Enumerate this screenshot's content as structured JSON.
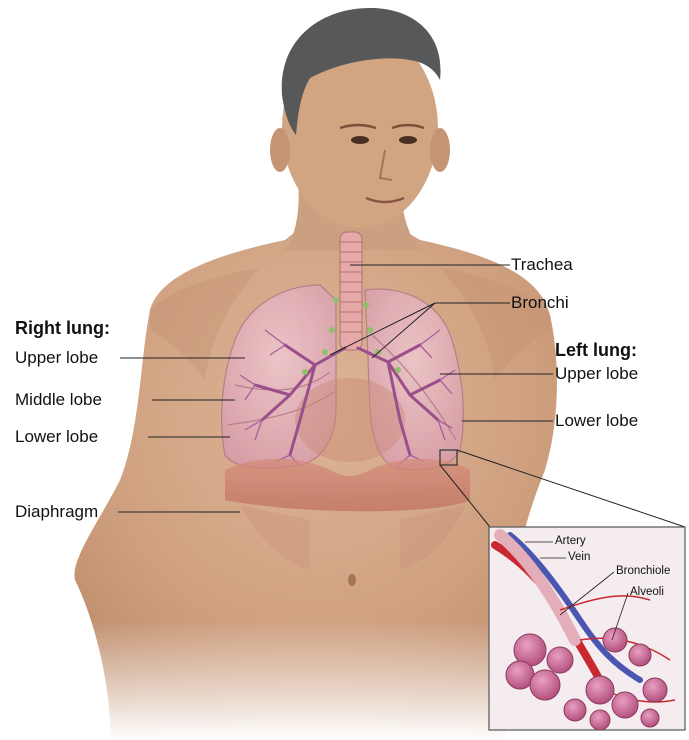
{
  "labels": {
    "trachea": "Trachea",
    "bronchi": "Bronchi",
    "right_lung_header": "Right lung:",
    "right_upper_lobe": "Upper lobe",
    "right_middle_lobe": "Middle lobe",
    "right_lower_lobe": "Lower lobe",
    "left_lung_header": "Left lung:",
    "left_upper_lobe": "Upper lobe",
    "left_lower_lobe": "Lower lobe",
    "diaphragm": "Diaphragm"
  },
  "inset_labels": {
    "artery": "Artery",
    "vein": "Vein",
    "bronchiole": "Bronchiole",
    "alveoli": "Alveoli"
  },
  "colors": {
    "skin": "#d2a582",
    "hair": "#56585a",
    "lung": "#e3aeba",
    "bronchial_tree": "#9a4f8a",
    "diaphragm": "#c97d6c",
    "artery": "#c8282f",
    "vein": "#4a56b0",
    "leader_line": "#222222"
  }
}
